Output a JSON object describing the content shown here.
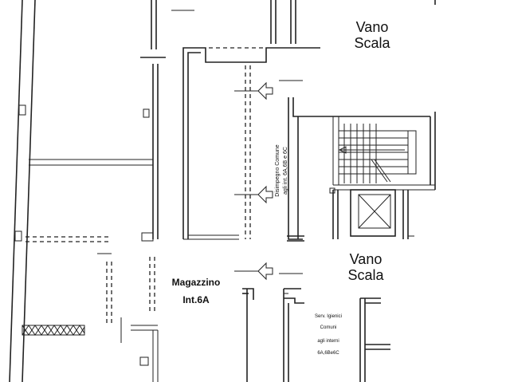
{
  "labels": {
    "vano_scala_top": {
      "line1": "Vano",
      "line2": "Scala"
    },
    "vano_scala_mid": {
      "line1": "Vano",
      "line2": "Scala"
    },
    "magazzino": {
      "line1": "Magazzino",
      "line2": "Int.6A"
    },
    "disimpegno": {
      "line1": "Disimpegno Comune",
      "line2": "agli int. 6A,6B e 6C"
    },
    "servizi": {
      "line1": "Serv. Igienici",
      "line2": "Comuni",
      "line3": "agli interni",
      "line4": "6A,6Be6C"
    }
  },
  "colors": {
    "line": "#222222",
    "background": "#ffffff"
  }
}
